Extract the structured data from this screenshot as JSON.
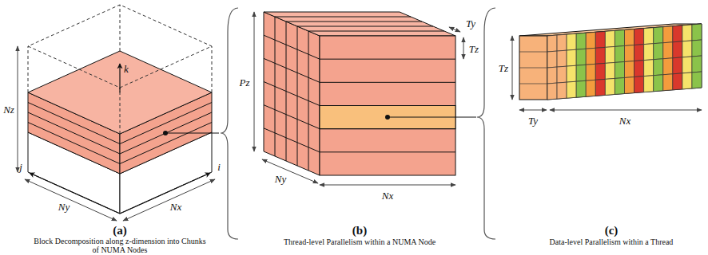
{
  "diagram": {
    "labels": [
      "Nz",
      "k",
      "j",
      "i",
      "Ny",
      "Nx",
      "(a)",
      "Block Decomposition along z-dimension into Chunks of NUMA Nodes",
      "Ty",
      "Tz",
      "Pz",
      "Ny",
      "Nx",
      "(b)",
      "Thread-level Parallelism within a NUMA Node",
      "Tz",
      "Ty",
      "Nx",
      "(c)",
      "Data-level Parallelism within a Thread"
    ]
  }
}
